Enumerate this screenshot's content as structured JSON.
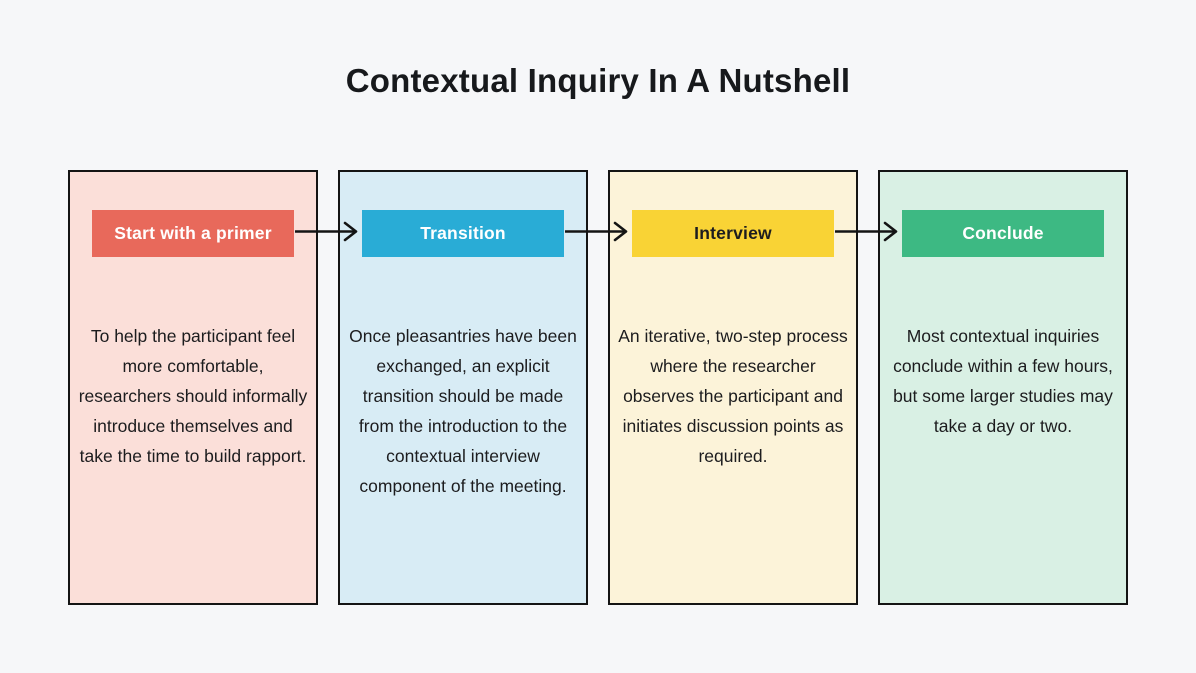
{
  "page": {
    "background_color": "#F6F7F9",
    "border_color": "#141414",
    "arrow_color": "#141414"
  },
  "diagram": {
    "title": "Contextual Inquiry In A Nutshell",
    "steps": [
      {
        "label": "Start with a primer",
        "description": "To help the participant feel more comfortable, researchers should informally introduce themselves and take the time to build rapport.",
        "badge_color": "#E8695B",
        "badge_text_color": "#FFFFFF",
        "card_color": "#FBDFD9"
      },
      {
        "label": "Transition",
        "description": "Once pleasantries have been exchanged, an explicit transition should be made from the introduction to the contextual interview component of the meeting.",
        "badge_color": "#29ACD6",
        "badge_text_color": "#FFFFFF",
        "card_color": "#D8ECF5"
      },
      {
        "label": "Interview",
        "description": "An iterative, two-step process where the researcher observes the participant and initiates discussion points as required.",
        "badge_color": "#F9D335",
        "badge_text_color": "#1D1D1F",
        "card_color": "#FCF3D9"
      },
      {
        "label": "Conclude",
        "description": "Most contextual inquiries conclude within a few hours, but some larger studies may take a day or two.",
        "badge_color": "#3DB983",
        "badge_text_color": "#FFFFFF",
        "card_color": "#D9F0E4"
      }
    ]
  }
}
